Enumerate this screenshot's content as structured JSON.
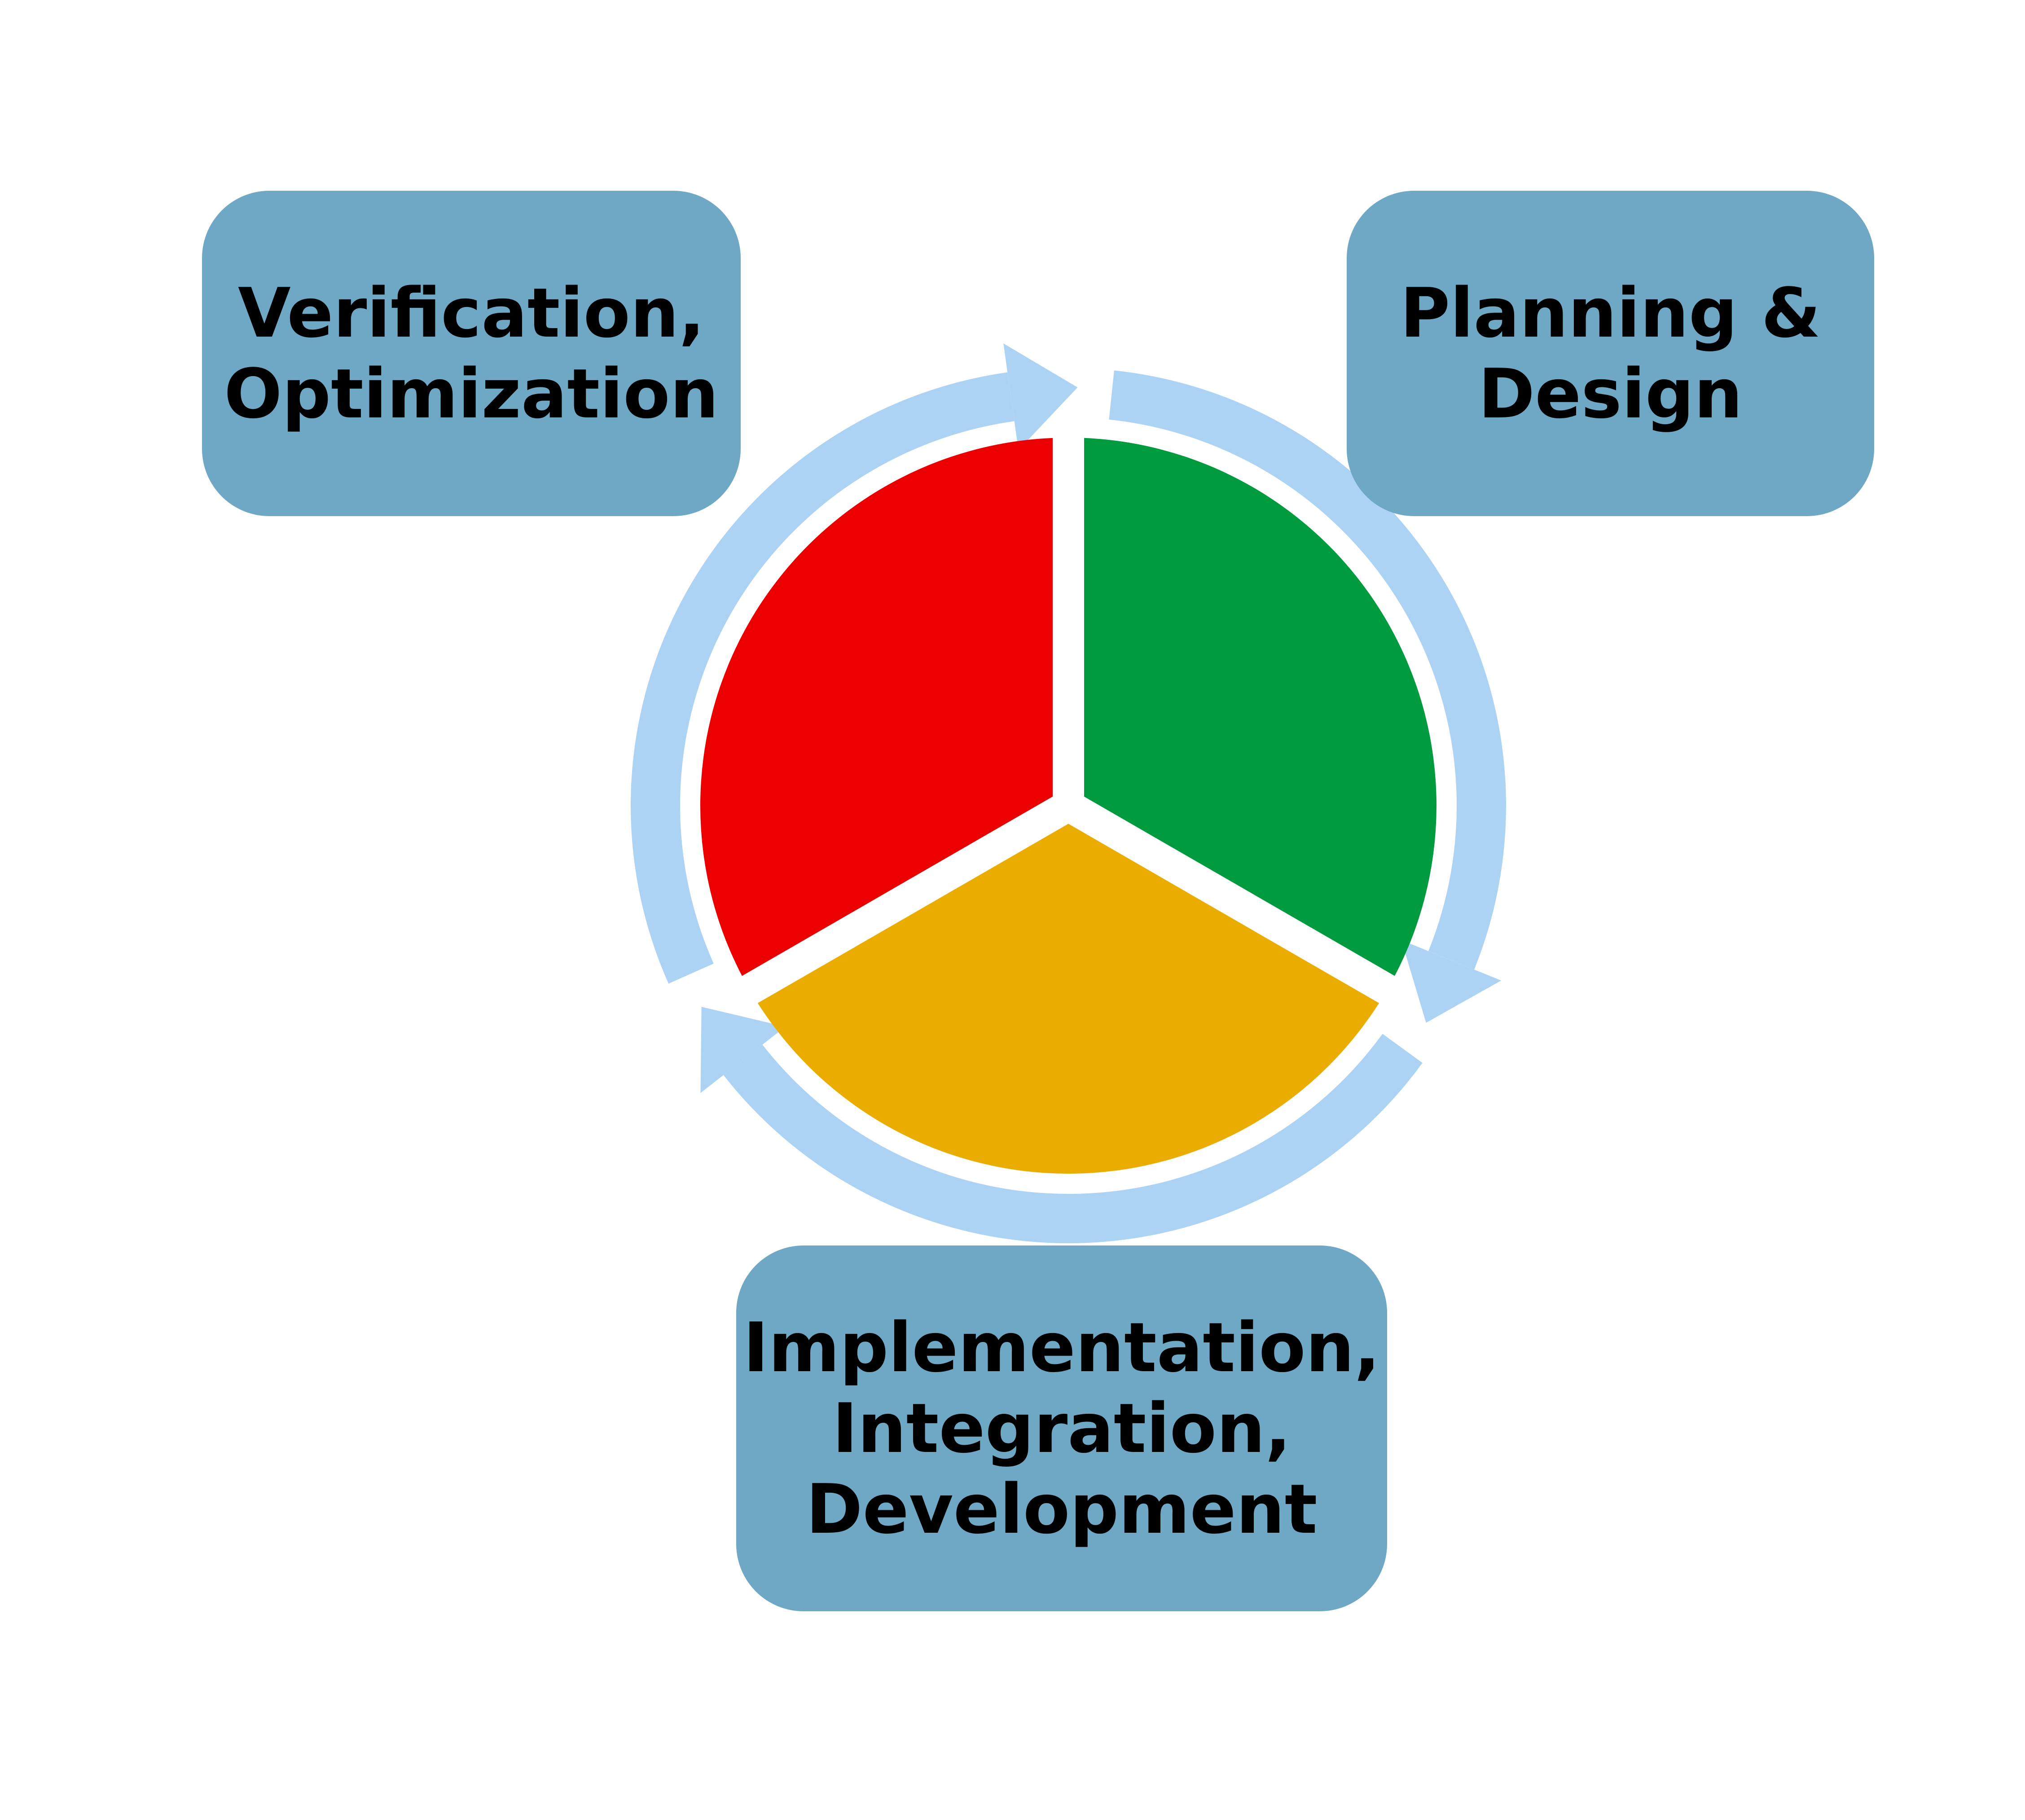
{
  "colors": {
    "box_fill": "#6FA8C4",
    "ring": "#ACD3F3",
    "segment_green": "#009A3F",
    "segment_red": "#EA0000",
    "segment_yellow": "#EBAC00",
    "separator": "#FFFFFF",
    "text": "#000000"
  },
  "boxes": {
    "verification": {
      "lines": [
        "Verification,",
        "Optimization"
      ]
    },
    "planning": {
      "lines": [
        "Planning &",
        "Design"
      ]
    },
    "implementation": {
      "lines": [
        "Implementation,",
        "Integration,",
        "Development"
      ]
    }
  }
}
